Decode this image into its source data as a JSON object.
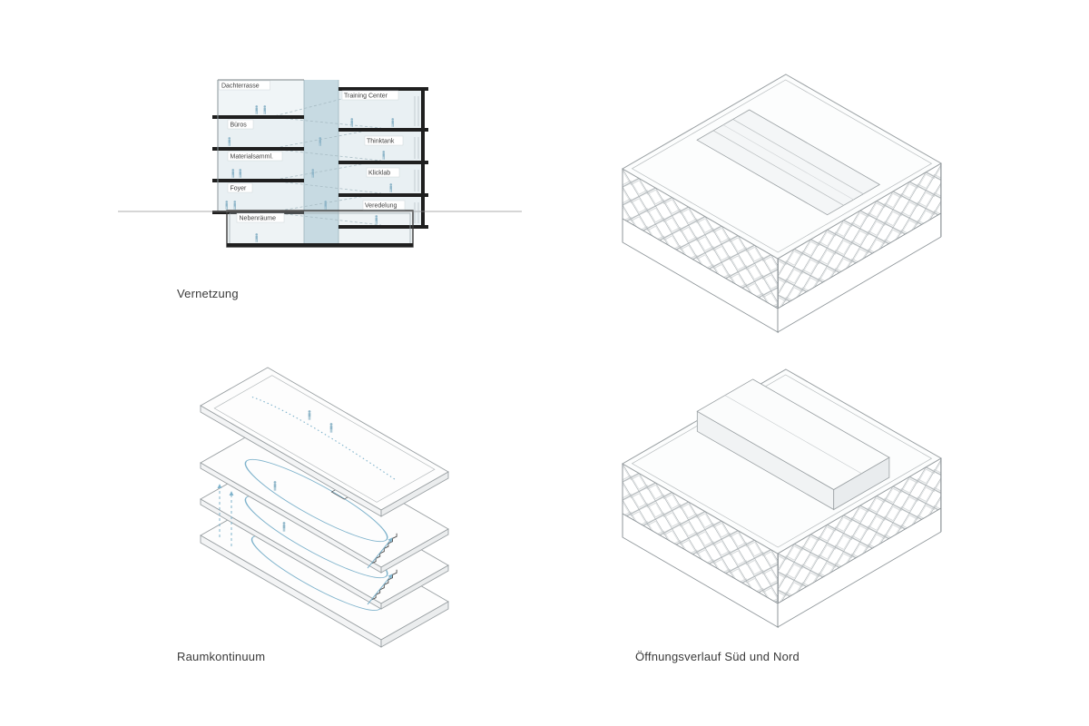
{
  "captions": {
    "section": "Vernetzung",
    "exploded": "Raumkontinuum",
    "isometric_pair": "Öffnungsverlauf Süd und Nord"
  },
  "section": {
    "rooms_left": [
      "Dachterrasse",
      "Büros",
      "Materialsamml.",
      "Foyer",
      "Nebenräume"
    ],
    "rooms_right": [
      "Training Center",
      "Thinktank",
      "Klicklab",
      "Veredelung"
    ]
  },
  "icons": {
    "person": "standing-person-figure",
    "stairs": "stair-run",
    "arrow": "circulation-arrow",
    "lattice": "diagrid-facade-pattern"
  },
  "colors": {
    "core_blue": "#c7dae2",
    "room_fill": "#e9f0f3",
    "figure_blue": "#8fb6c9",
    "circulation_blue": "#7fb3cc",
    "lattice_grey": "#a9b0b3",
    "outline_grey": "#9aa0a3",
    "slab_black": "#1f1f1f"
  }
}
